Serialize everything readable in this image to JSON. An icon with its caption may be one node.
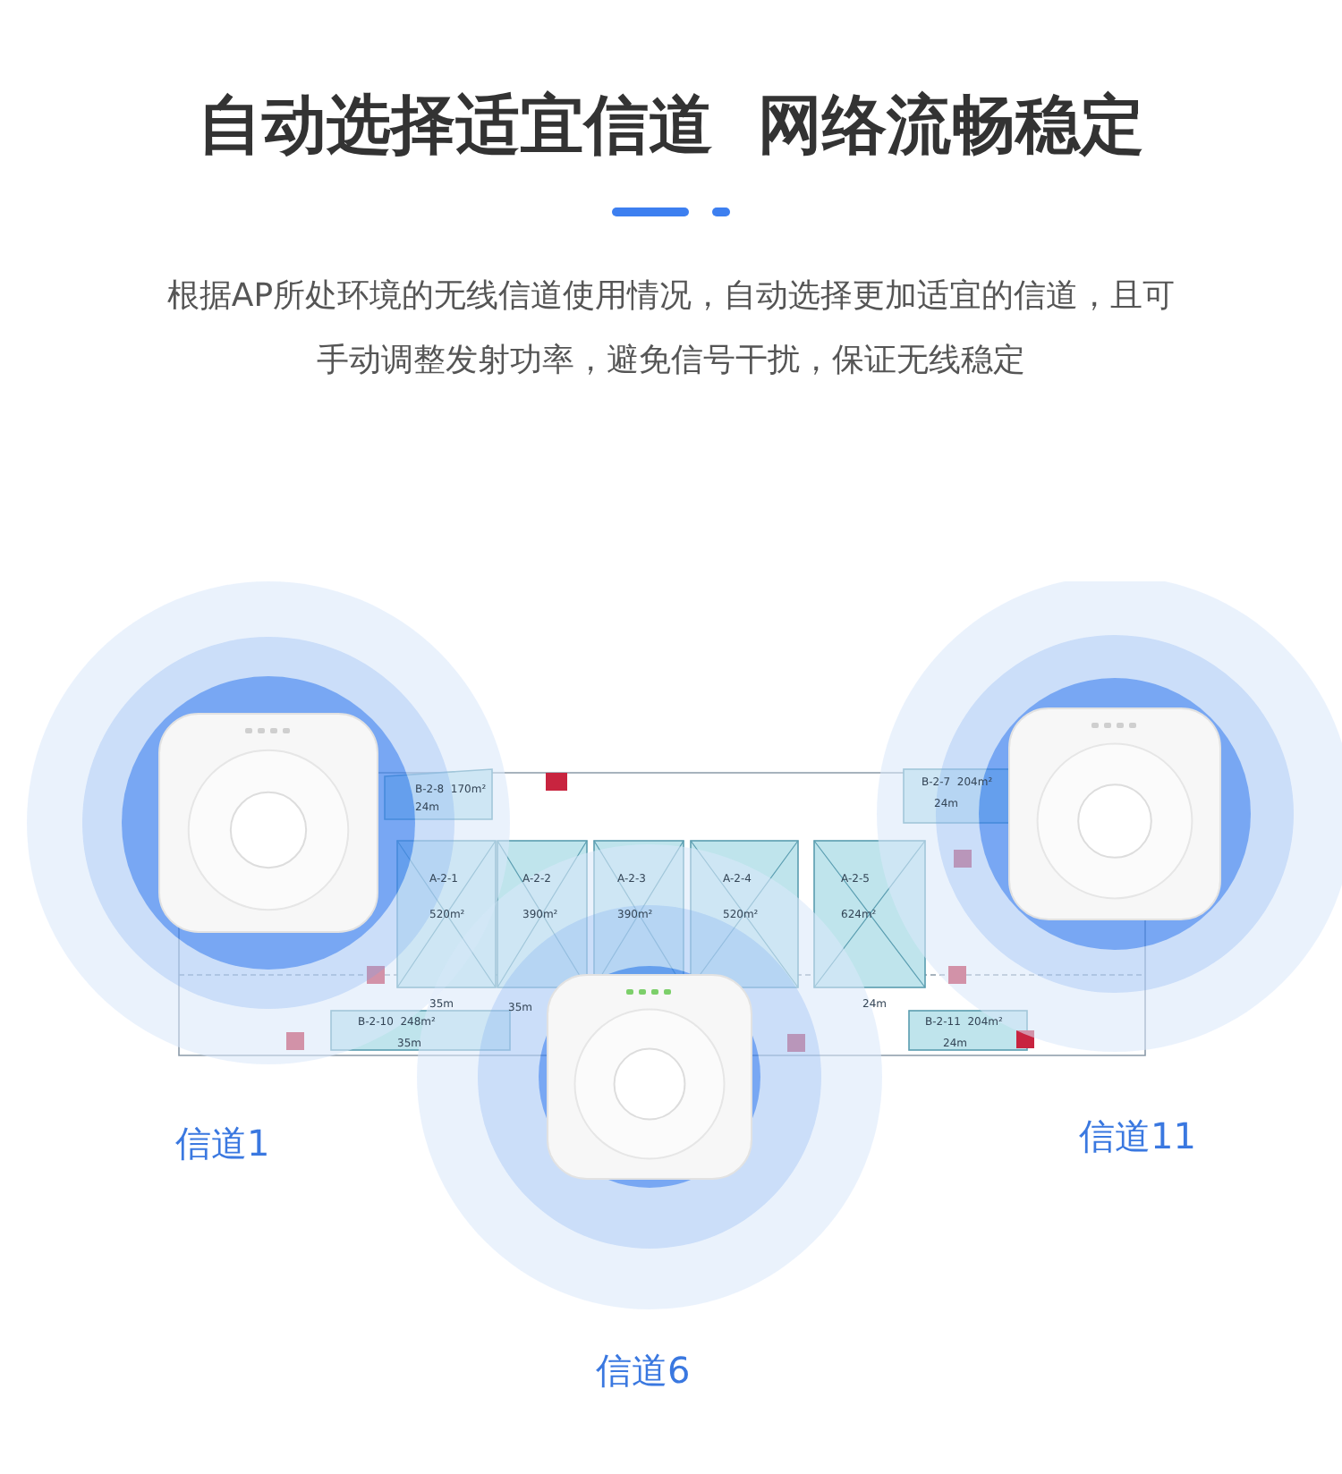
{
  "diagram": {
    "title": "自动选择适宜信道  网络流畅稳定",
    "labels": [
      "根据AP所处环境的无线信道使用情况，自动选择更加适宜的信道，且可手动调整发射功率，避免信号干扰，保证无线稳定",
      "B-2-8  170m²",
      "24m",
      "A-2-1",
      "520m²",
      "A-2-2",
      "390m²",
      "A-2-3",
      "390m²",
      "A-2-4",
      "520m²",
      "A-2-5",
      "624m²",
      "B-2-7  204m²",
      "24m",
      "B-2-10  248m²",
      "35m",
      "B-2-11  204m²",
      "24m",
      "35m",
      "35m",
      "24m",
      "信道1",
      "信道11",
      "信道6"
    ]
  }
}
